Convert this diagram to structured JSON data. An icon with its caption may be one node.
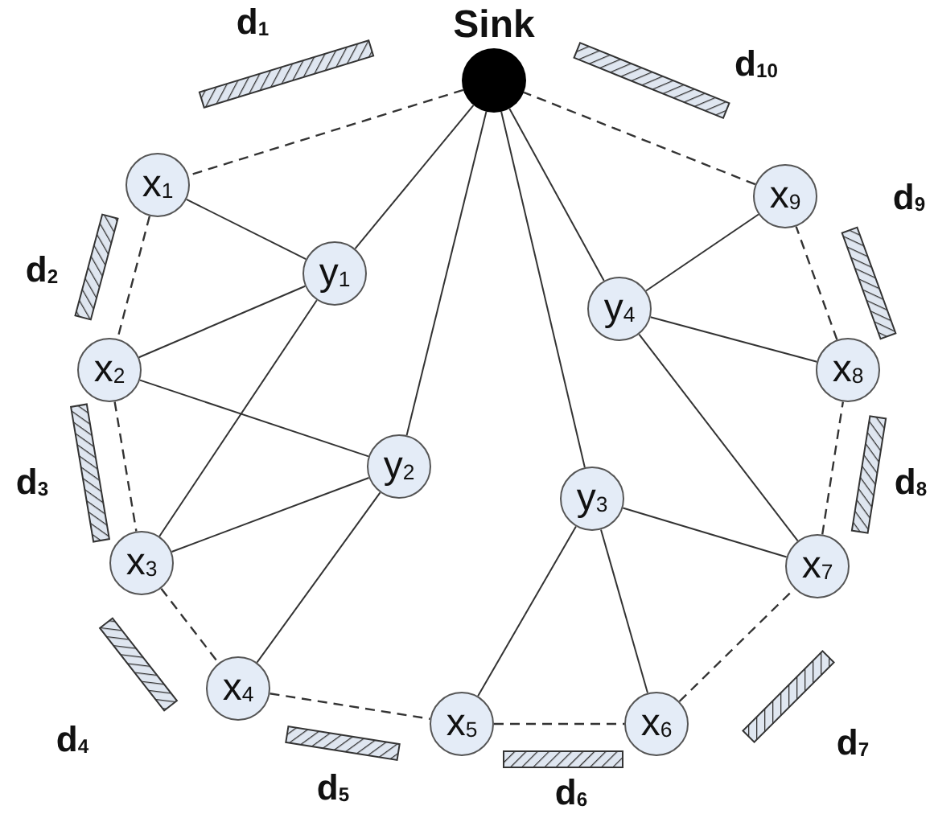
{
  "diagram": {
    "nodes": [
      {
        "text": [
          "Sink"
        ]
      },
      {
        "text": [
          "x$_{1}$"
        ]
      },
      {
        "text": [
          "y$_{1}$"
        ]
      },
      {
        "text": [
          "x$_{2}$"
        ]
      },
      {
        "text": [
          "y$_{2}$"
        ]
      },
      {
        "text": [
          "x$_{3}$"
        ]
      },
      {
        "text": [
          "x$_{4}$"
        ]
      },
      {
        "text": [
          "x$_{5}$"
        ]
      },
      {
        "text": [
          "x$_{6}$"
        ]
      },
      {
        "text": [
          "y$_{3}$"
        ]
      },
      {
        "text": [
          "x$_{7}$"
        ]
      },
      {
        "text": [
          "y$_{4}$"
        ]
      },
      {
        "text": [
          "x$_{8}$"
        ]
      },
      {
        "text": [
          "x$_{9}$"
        ]
      },
      {
        "text": [],
        "shape": "bar",
        "beside": [
          "d$_{1}$"
        ]
      },
      {
        "text": [],
        "shape": "bar",
        "beside": [
          "d$_{10}$"
        ]
      },
      {
        "text": [],
        "shape": "bar",
        "beside": [
          "d$_{2}$"
        ]
      },
      {
        "text": [],
        "shape": "bar",
        "beside": [
          "d$_{9}$"
        ]
      },
      {
        "text": [],
        "shape": "bar",
        "beside": [
          "d$_{3}$"
        ]
      },
      {
        "text": [],
        "shape": "bar",
        "beside": [
          "d$_{8}$"
        ]
      },
      {
        "text": [],
        "shape": "bar",
        "beside": [
          "d$_{4}$"
        ]
      },
      {
        "text": [],
        "shape": "bar",
        "beside": [
          "d$_{7}$"
        ]
      },
      {
        "text": [],
        "shape": "bar",
        "beside": [
          "d$_{5}$"
        ]
      },
      {
        "text": [],
        "shape": "bar",
        "beside": [
          "d$_{6}$"
        ]
      }
    ],
    "edges": [
      {
        "from": 0,
        "to": 2,
        "arrow": "none"
      },
      {
        "from": 0,
        "to": 4,
        "arrow": "none"
      },
      {
        "from": 0,
        "to": 9,
        "arrow": "none"
      },
      {
        "from": 0,
        "to": 11,
        "arrow": "none"
      },
      {
        "from": 1,
        "to": 2,
        "arrow": "none"
      },
      {
        "from": 3,
        "to": 2,
        "arrow": "none"
      },
      {
        "from": 5,
        "to": 2,
        "arrow": "none"
      },
      {
        "from": 3,
        "to": 4,
        "arrow": "none"
      },
      {
        "from": 5,
        "to": 4,
        "arrow": "none"
      },
      {
        "from": 6,
        "to": 4,
        "arrow": "none"
      },
      {
        "from": 7,
        "to": 9,
        "arrow": "none"
      },
      {
        "from": 8,
        "to": 9,
        "arrow": "none"
      },
      {
        "from": 10,
        "to": 9,
        "arrow": "none"
      },
      {
        "from": 13,
        "to": 11,
        "arrow": "none"
      },
      {
        "from": 12,
        "to": 11,
        "arrow": "none"
      },
      {
        "from": 10,
        "to": 11,
        "arrow": "none"
      },
      {
        "from": 0,
        "to": 1,
        "arrow": "none",
        "style": "dashed"
      },
      {
        "from": 1,
        "to": 3,
        "arrow": "none",
        "style": "dashed"
      },
      {
        "from": 3,
        "to": 5,
        "arrow": "none",
        "style": "dashed"
      },
      {
        "from": 5,
        "to": 6,
        "arrow": "none",
        "style": "dashed"
      },
      {
        "from": 6,
        "to": 7,
        "arrow": "none",
        "style": "dashed"
      },
      {
        "from": 7,
        "to": 8,
        "arrow": "none",
        "style": "dashed"
      },
      {
        "from": 8,
        "to": 10,
        "arrow": "none",
        "style": "dashed"
      },
      {
        "from": 10,
        "to": 12,
        "arrow": "none",
        "style": "dashed"
      },
      {
        "from": 12,
        "to": 13,
        "arrow": "none",
        "style": "dashed"
      },
      {
        "from": 13,
        "to": 0,
        "arrow": "none",
        "style": "dashed"
      }
    ]
  }
}
